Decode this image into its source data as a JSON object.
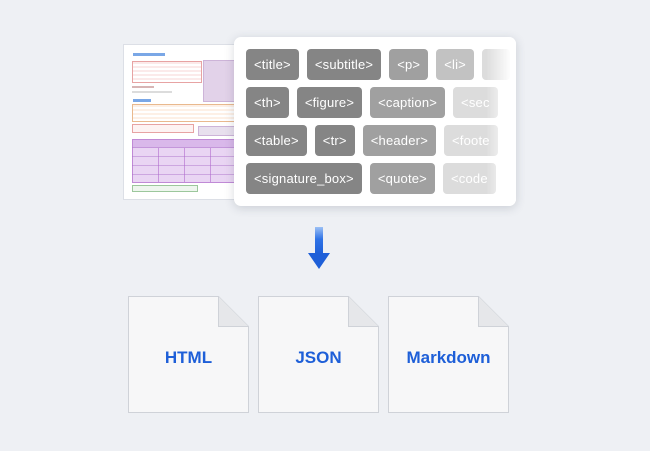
{
  "tags": {
    "rows": [
      [
        {
          "label": "<title>",
          "shade": 0
        },
        {
          "label": "<subtitle>",
          "shade": 0
        },
        {
          "label": "<p>",
          "shade": 1
        },
        {
          "label": "<li>",
          "shade": 2
        },
        {
          "label": "",
          "shade": 3
        }
      ],
      [
        {
          "label": "<th>",
          "shade": 0
        },
        {
          "label": "<figure>",
          "shade": 0
        },
        {
          "label": "<caption>",
          "shade": 1
        },
        {
          "label": "<sec",
          "shade": 3
        }
      ],
      [
        {
          "label": "<table>",
          "shade": 0
        },
        {
          "label": "<tr>",
          "shade": 0
        },
        {
          "label": "<header>",
          "shade": 1
        },
        {
          "label": "<foote",
          "shade": 3
        }
      ],
      [
        {
          "label": "<signature_box>",
          "shade": 0
        },
        {
          "label": "<quote>",
          "shade": 1
        },
        {
          "label": "<code",
          "shade": 3
        }
      ]
    ]
  },
  "outputs": {
    "html_label": "HTML",
    "json_label": "JSON",
    "markdown_label": "Markdown"
  },
  "colors": {
    "background": "#eef0f4",
    "arrow": "#1e5fd8",
    "output_text": "#1e5fd8"
  },
  "icons": {
    "arrow": "down-arrow-icon",
    "file": "file-icon"
  }
}
